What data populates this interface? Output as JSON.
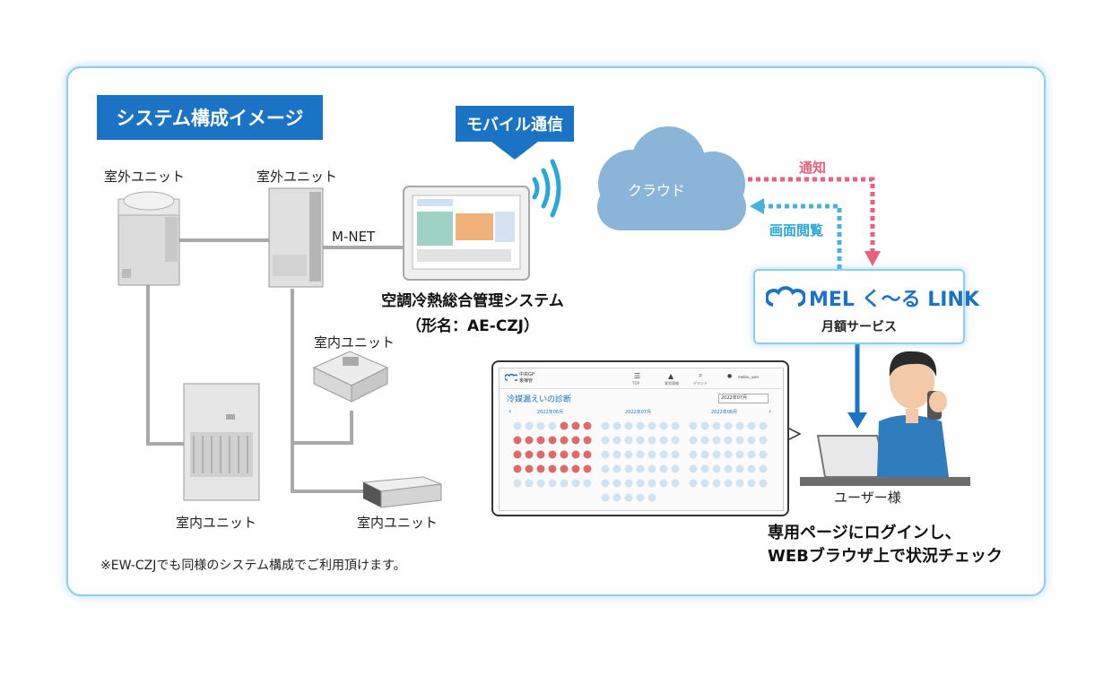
{
  "title": "システム構成イメージ",
  "mobile_label": "モバイル通信",
  "cloud_label": "クラウド",
  "network_label": "M-NET",
  "outdoor_unit_1": "室外ユニット",
  "outdoor_unit_2": "室外ユニット",
  "indoor_unit_cassette": "室内ユニット",
  "indoor_unit_floor": "室内ユニット",
  "indoor_unit_duct": "室内ユニット",
  "controller_name": "空調冷熱総合管理システム",
  "controller_model": "（形名：AE-CZJ）",
  "notify_label": "通知",
  "view_label": "画面閲覧",
  "service": {
    "logo_text": "MEL く～る LINK",
    "subtitle": "月額サービス"
  },
  "user_label": "ユーザー様",
  "cta": {
    "line1": "専用ページにログインし、",
    "line2": "WEBブラウザ上で状況チェック"
  },
  "footnote": "※EW-CZJでも同様のシステム構成でご利用頂けます。",
  "screen": {
    "logo_line1": "中央GP",
    "logo_line2": "東棟管",
    "nav_items": [
      "TOP",
      "異常通報",
      "デマンド"
    ],
    "user_name": "mebiu_user",
    "page_title": "冷媒漏えいの診断",
    "month_select": "2022年07月",
    "months": [
      "2022年06月",
      "2022年07月",
      "2022年08月"
    ]
  },
  "colors": {
    "accent_blue": "#1a73c4",
    "frame_border": "#8ccdf0",
    "notify_pink": "#e8607a",
    "view_teal": "#46b3dc",
    "cloud": "#8ab4d8"
  }
}
